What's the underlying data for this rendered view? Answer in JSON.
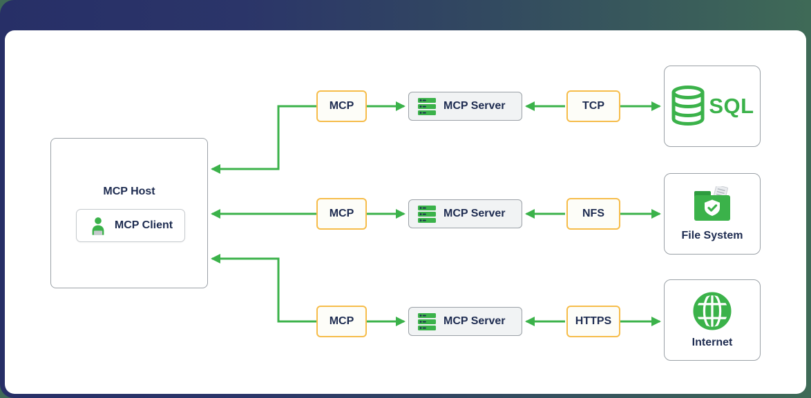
{
  "colors": {
    "accent_green": "#3bb24a",
    "accent_yellow": "#f6bc49",
    "text_navy": "#1d2b50",
    "background_navy": "#272f67",
    "background_green": "#3f6a57",
    "server_fill": "#f1f3f4",
    "border_gray": "#9aa0a6"
  },
  "diagram": {
    "host": {
      "title": "MCP Host",
      "client_label": "MCP Client"
    },
    "rows": [
      {
        "protocol": "MCP",
        "server_label": "MCP Server",
        "transport": "TCP",
        "target_label": "SQL",
        "target_icon": "database-icon"
      },
      {
        "protocol": "MCP",
        "server_label": "MCP Server",
        "transport": "NFS",
        "target_label": "File System",
        "target_icon": "folder-shield-icon"
      },
      {
        "protocol": "MCP",
        "server_label": "MCP Server",
        "transport": "HTTPS",
        "target_label": "Internet",
        "target_icon": "globe-icon"
      }
    ]
  }
}
